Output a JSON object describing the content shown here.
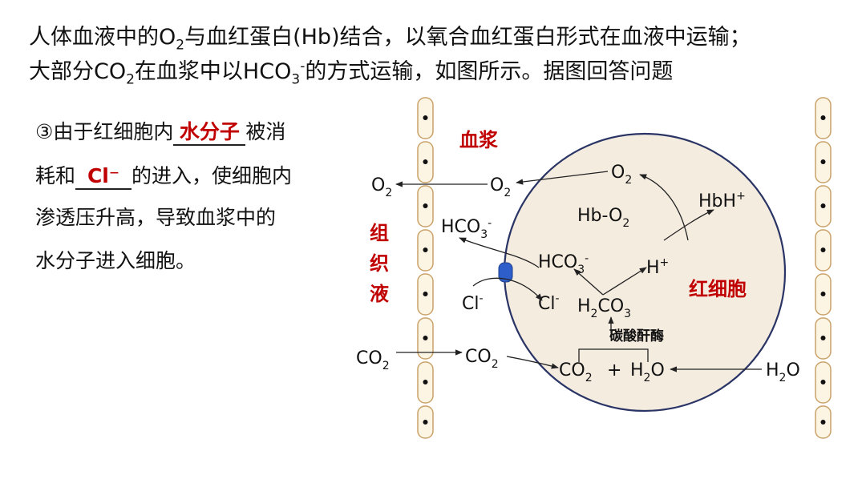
{
  "header": {
    "line1": {
      "a": "人体血液中的O",
      "a_sub": "2",
      "b": "与血红蛋白(Hb)结合，以氧合血红蛋白形式在血液中运输；"
    },
    "line2": {
      "a": "大部分CO",
      "a_sub": "2",
      "b": "在血浆中以HCO",
      "b_sub": "3",
      "b_sup": "-",
      "c": "的方式运输，如图所示。据图回答问题"
    }
  },
  "question": {
    "p1": "③由于红细胞内",
    "ans1": "水分子",
    "p2": "被消",
    "p3": "耗和",
    "ans2": "Cl⁻",
    "p4": "的进入，使细胞内",
    "p5": "渗透压升高，导致血浆中的",
    "p6": "水分子进入细胞。"
  },
  "diagram": {
    "plasma_label": "血浆",
    "tissue_label": [
      "组",
      "织",
      "液"
    ],
    "rbc_label": "红细胞",
    "enzyme_label": "碳酸酐酶",
    "o2": "O",
    "co2": "CO",
    "h2o_h": "H",
    "h2o_o": "O",
    "sub2": "2",
    "sub3": "3",
    "hco": "HCO",
    "minus": "-",
    "cl": "Cl",
    "plus": "+",
    "hbh": "HbH",
    "hb_o2": "Hb-O",
    "h": "H",
    "h2co3_h": "H",
    "h2co3_co": "CO"
  }
}
